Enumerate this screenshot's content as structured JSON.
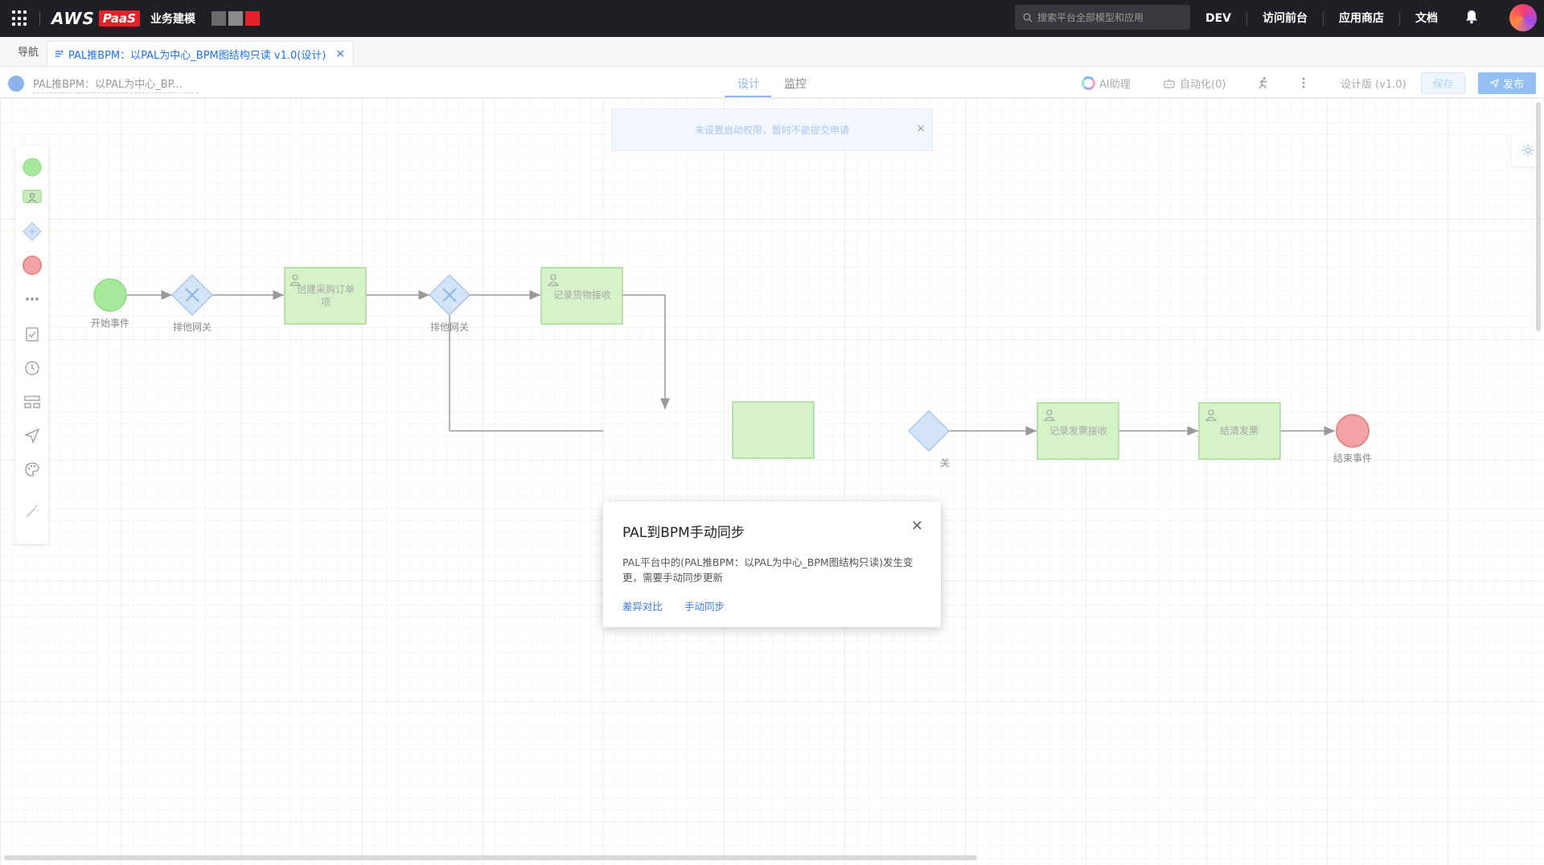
{
  "topbar": {
    "brand_aws": "AWS",
    "brand_paas": "PaaS",
    "module_name": "业务建模",
    "swatch_colors": [
      "#6b6b6b",
      "#8a8a8a",
      "#e4222c"
    ],
    "search_placeholder": "搜索平台全部模型和应用",
    "links": [
      "DEV",
      "访问前台",
      "应用商店",
      "文档"
    ],
    "icons": [
      "apps-grid-icon",
      "search-icon",
      "bell-icon",
      "avatar"
    ]
  },
  "tabs": {
    "nav_label": "导航",
    "open_tab_label": "PAL推BPM：以PAL为中心_BPM图结构只读 v1.0(设计)"
  },
  "toolbar": {
    "process_name": "PAL推BPM：以PAL为中心_BP...",
    "mode_tabs": [
      "设计",
      "监控"
    ],
    "active_mode": "设计",
    "ai_assistant": "AI助理",
    "automation": "自动化(0)",
    "version_label": "设计版 (v1.0)",
    "save_label": "保存",
    "publish_label": "发布"
  },
  "canvas": {
    "warning_message": "未设置启动权限，暂时不能提交申请",
    "nodes": {
      "start_event": "开始事件",
      "gateway_1": "排他网关",
      "task_create_po_line1": "创建采购订单",
      "task_create_po_line2": "项",
      "gateway_2": "排他网关",
      "task_record_goods": "记录货物接收",
      "gateway_3_fragment": "关",
      "task_record_invoice": "记录发票接收",
      "task_settle_invoice": "结清发票",
      "end_event": "结束事件"
    },
    "palette_icons": [
      "start-event-icon",
      "user-task-icon",
      "gateway-icon",
      "end-event-icon",
      "more-icon",
      "task-check-icon",
      "clock-icon",
      "layout-icon",
      "send-icon",
      "palette-icon",
      "magic-wand-icon"
    ],
    "colors": {
      "start": "#a6e89a",
      "end": "#f2a4a4",
      "task_fill": "#d5f2c8",
      "task_stroke": "#a9d79a",
      "gateway_fill": "#d3e4f7",
      "gateway_stroke": "#a9c8ec"
    }
  },
  "dialog": {
    "title": "PAL到BPM手动同步",
    "body": "PAL平台中的(PAL推BPM：以PAL为中心_BPM图结构只读)发生变更，需要手动同步更新",
    "link_diff": "差异对比",
    "link_sync": "手动同步"
  }
}
